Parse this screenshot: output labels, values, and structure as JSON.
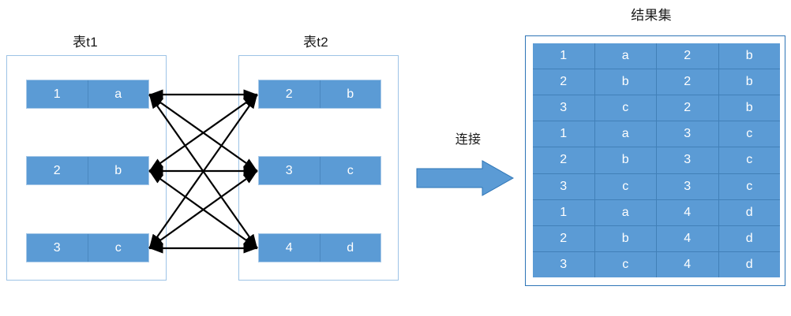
{
  "diagram": {
    "title_left": "表t1",
    "title_right": "表t2",
    "title_result": "结果集",
    "operation_label": "连接",
    "colors": {
      "cell_fill": "#5b9bd5",
      "cell_text": "#ffffff",
      "frame_border": "#9dc3e6",
      "result_frame_border": "#2e75b6",
      "grid_line": "#4180b8",
      "connector_line": "#000000",
      "arrow_fill": "#5b9bd5",
      "arrow_stroke": "#2e75b6",
      "background": "#ffffff"
    }
  },
  "table_t1": {
    "name": "表t1",
    "rows": [
      {
        "col1": "1",
        "col2": "a"
      },
      {
        "col1": "2",
        "col2": "b"
      },
      {
        "col1": "3",
        "col2": "c"
      }
    ]
  },
  "table_t2": {
    "name": "表t2",
    "rows": [
      {
        "col1": "2",
        "col2": "b"
      },
      {
        "col1": "3",
        "col2": "c"
      },
      {
        "col1": "4",
        "col2": "d"
      }
    ]
  },
  "result_set": {
    "name": "结果集",
    "column_count": 4,
    "row_count": 9,
    "rows": [
      {
        "c1": "1",
        "c2": "a",
        "c3": "2",
        "c4": "b"
      },
      {
        "c1": "2",
        "c2": "b",
        "c3": "2",
        "c4": "b"
      },
      {
        "c1": "3",
        "c2": "c",
        "c3": "2",
        "c4": "b"
      },
      {
        "c1": "1",
        "c2": "a",
        "c3": "3",
        "c4": "c"
      },
      {
        "c1": "2",
        "c2": "b",
        "c3": "3",
        "c4": "c"
      },
      {
        "c1": "3",
        "c2": "c",
        "c3": "3",
        "c4": "c"
      },
      {
        "c1": "1",
        "c2": "a",
        "c3": "4",
        "c4": "d"
      },
      {
        "c1": "2",
        "c2": "b",
        "c3": "4",
        "c4": "d"
      },
      {
        "c1": "3",
        "c2": "c",
        "c3": "4",
        "c4": "d"
      }
    ]
  },
  "connectors": {
    "description": "complete bipartite double-headed arrows between every t1 row and every t2 row",
    "pairs": [
      {
        "from": 0,
        "to": 0
      },
      {
        "from": 0,
        "to": 1
      },
      {
        "from": 0,
        "to": 2
      },
      {
        "from": 1,
        "to": 0
      },
      {
        "from": 1,
        "to": 1
      },
      {
        "from": 1,
        "to": 2
      },
      {
        "from": 2,
        "to": 0
      },
      {
        "from": 2,
        "to": 1
      },
      {
        "from": 2,
        "to": 2
      }
    ]
  }
}
